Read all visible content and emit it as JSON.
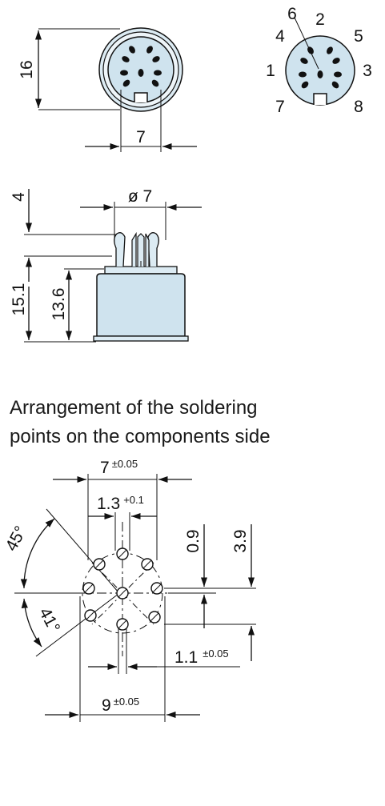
{
  "front_view": {
    "dim_height": "16",
    "dim_width": "7"
  },
  "pin_view": {
    "pins": [
      "6",
      "2",
      "4",
      "5",
      "1",
      "3",
      "7",
      "8"
    ]
  },
  "side_view": {
    "dim_top": "4",
    "dim_diameter": "ø 7",
    "dim_total": "15.1",
    "dim_body": "13.6"
  },
  "caption": {
    "line1": "Arrangement of the soldering",
    "line2": "points on the components side"
  },
  "layout_view": {
    "dim_7_main": "7",
    "dim_7_tol": "±0.05",
    "dim_13_main": "1.3",
    "dim_13_tol": "+0.1",
    "dim_45": "45°",
    "dim_41": "41°",
    "dim_09": "0.9",
    "dim_39": "3.9",
    "dim_11_main": "1.1",
    "dim_11_tol": "±0.05",
    "dim_9_main": "9",
    "dim_9_tol": "±0.05"
  },
  "colors": {
    "body_fill": "#cfe3ee",
    "ring_fill": "#dcebf3",
    "line": "#111111"
  }
}
